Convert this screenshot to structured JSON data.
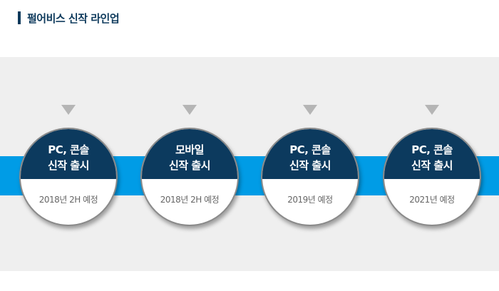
{
  "title": "펄어비스 신작 라인업",
  "colors": {
    "accent": "#0c3a5e",
    "band": "#009ce6",
    "background": "#efefef"
  },
  "items": [
    {
      "line1": "PC, 콘솔",
      "line2": "신작 출시",
      "date": "2018년 2H 예정"
    },
    {
      "line1": "모바일",
      "line2": "신작 출시",
      "date": "2018년 2H 예정"
    },
    {
      "line1": "PC, 콘솔",
      "line2": "신작 출시",
      "date": "2019년 예정"
    },
    {
      "line1": "PC, 콘솔",
      "line2": "신작 출시",
      "date": "2021년 예정"
    }
  ]
}
